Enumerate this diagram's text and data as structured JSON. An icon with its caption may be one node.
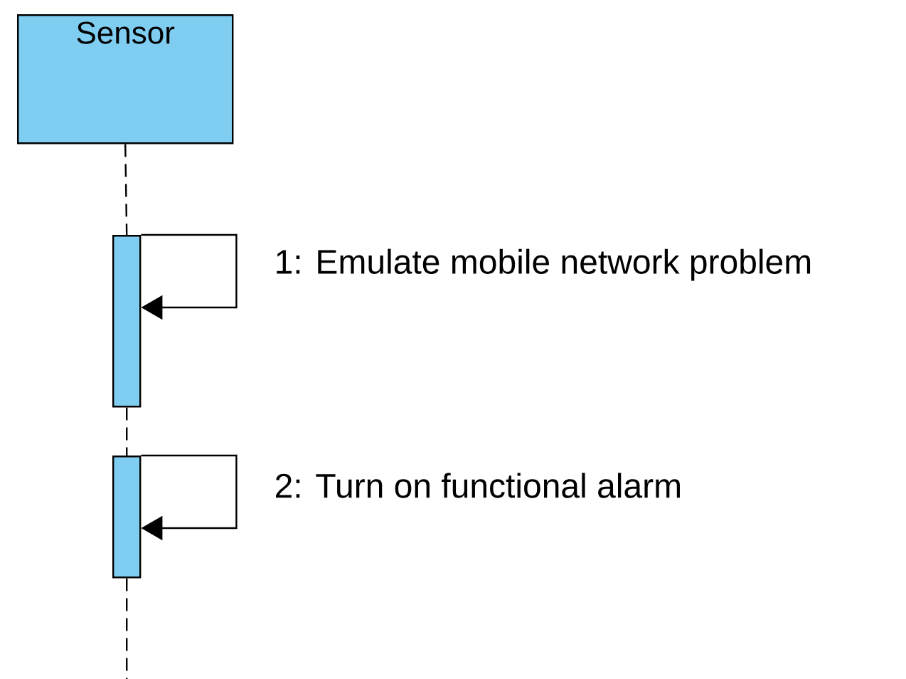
{
  "diagram": {
    "nodes": [
      {
        "text": [
          "Sensor"
        ]
      },
      {
        "text": [],
        "shape": "bar"
      },
      {
        "text": [],
        "shape": "bar"
      }
    ],
    "edges": [
      {
        "from": 0,
        "to": 1,
        "arrow": "none",
        "style": "dashed"
      },
      {
        "from": 1,
        "to": 2,
        "arrow": "none",
        "style": "dashed"
      },
      {
        "from": 1,
        "to": 1,
        "arrow": "to",
        "label": "1: Emulate mobile network problem"
      },
      {
        "from": 2,
        "to": 2,
        "arrow": "to",
        "label": "2: Turn on functional alarm"
      }
    ]
  }
}
